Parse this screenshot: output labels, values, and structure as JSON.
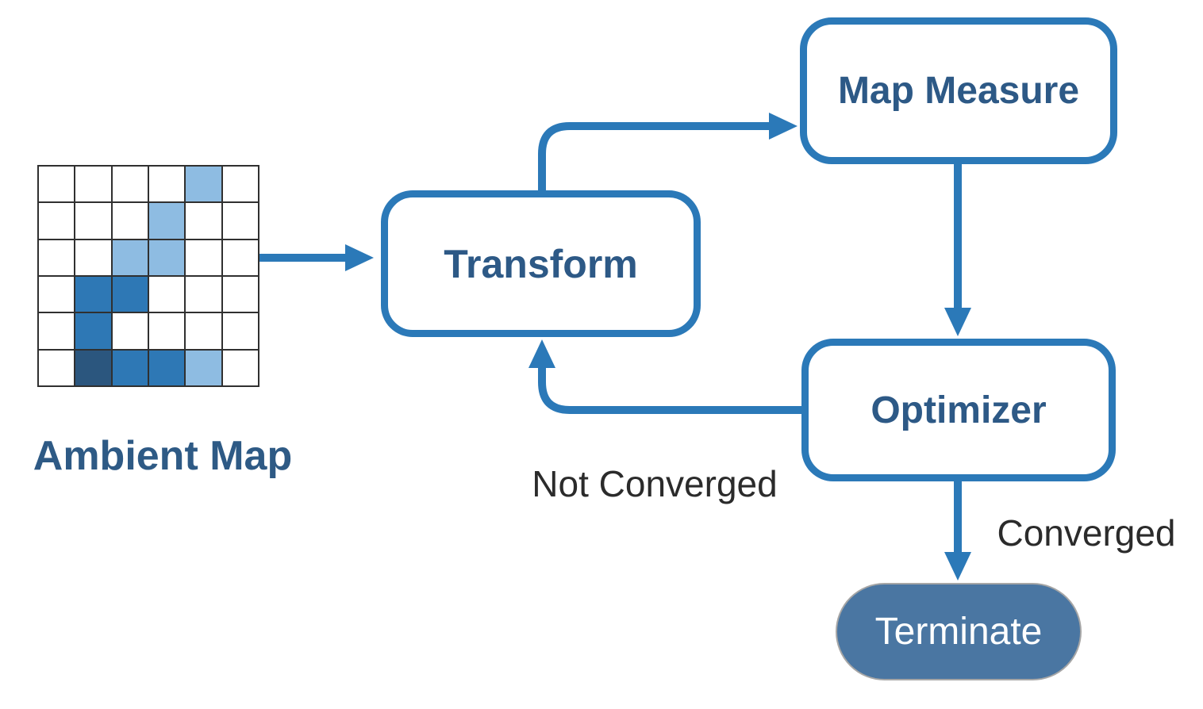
{
  "nodes": {
    "transform": {
      "label": "Transform"
    },
    "map_measure": {
      "label": "Map Measure"
    },
    "optimizer": {
      "label": "Optimizer"
    },
    "terminate": {
      "label": "Terminate"
    }
  },
  "edges": [
    {
      "from": "ambient_map",
      "to": "transform",
      "label": ""
    },
    {
      "from": "transform",
      "to": "map_measure",
      "label": ""
    },
    {
      "from": "map_measure",
      "to": "optimizer",
      "label": ""
    },
    {
      "from": "optimizer",
      "to": "transform",
      "label": "Not Converged"
    },
    {
      "from": "optimizer",
      "to": "terminate",
      "label": "Converged"
    }
  ],
  "grid": {
    "label": "Ambient Map",
    "rows": 6,
    "cols": 6,
    "cells": [
      [
        0,
        0,
        0,
        0,
        1,
        0
      ],
      [
        0,
        0,
        0,
        1,
        0,
        0
      ],
      [
        0,
        0,
        1,
        1,
        0,
        0
      ],
      [
        0,
        2,
        2,
        0,
        0,
        0
      ],
      [
        0,
        2,
        0,
        0,
        0,
        0
      ],
      [
        0,
        3,
        2,
        2,
        1,
        0
      ]
    ],
    "intensity_colors": {
      "0": "#ffffff",
      "1": "#8ebce2",
      "2": "#2e78b5",
      "3": "#2b567e"
    }
  },
  "colors": {
    "arrow": "#2b79b8",
    "box_border": "#2b79b8",
    "box_text": "#2d5986",
    "terminate_fill": "#4a76a2",
    "terminate_rim": "#a6a6a6",
    "terminate_text": "#ffffff",
    "caption_text": "#2e5a85",
    "label_text": "#2b2b2b",
    "grid_line": "#303030"
  }
}
